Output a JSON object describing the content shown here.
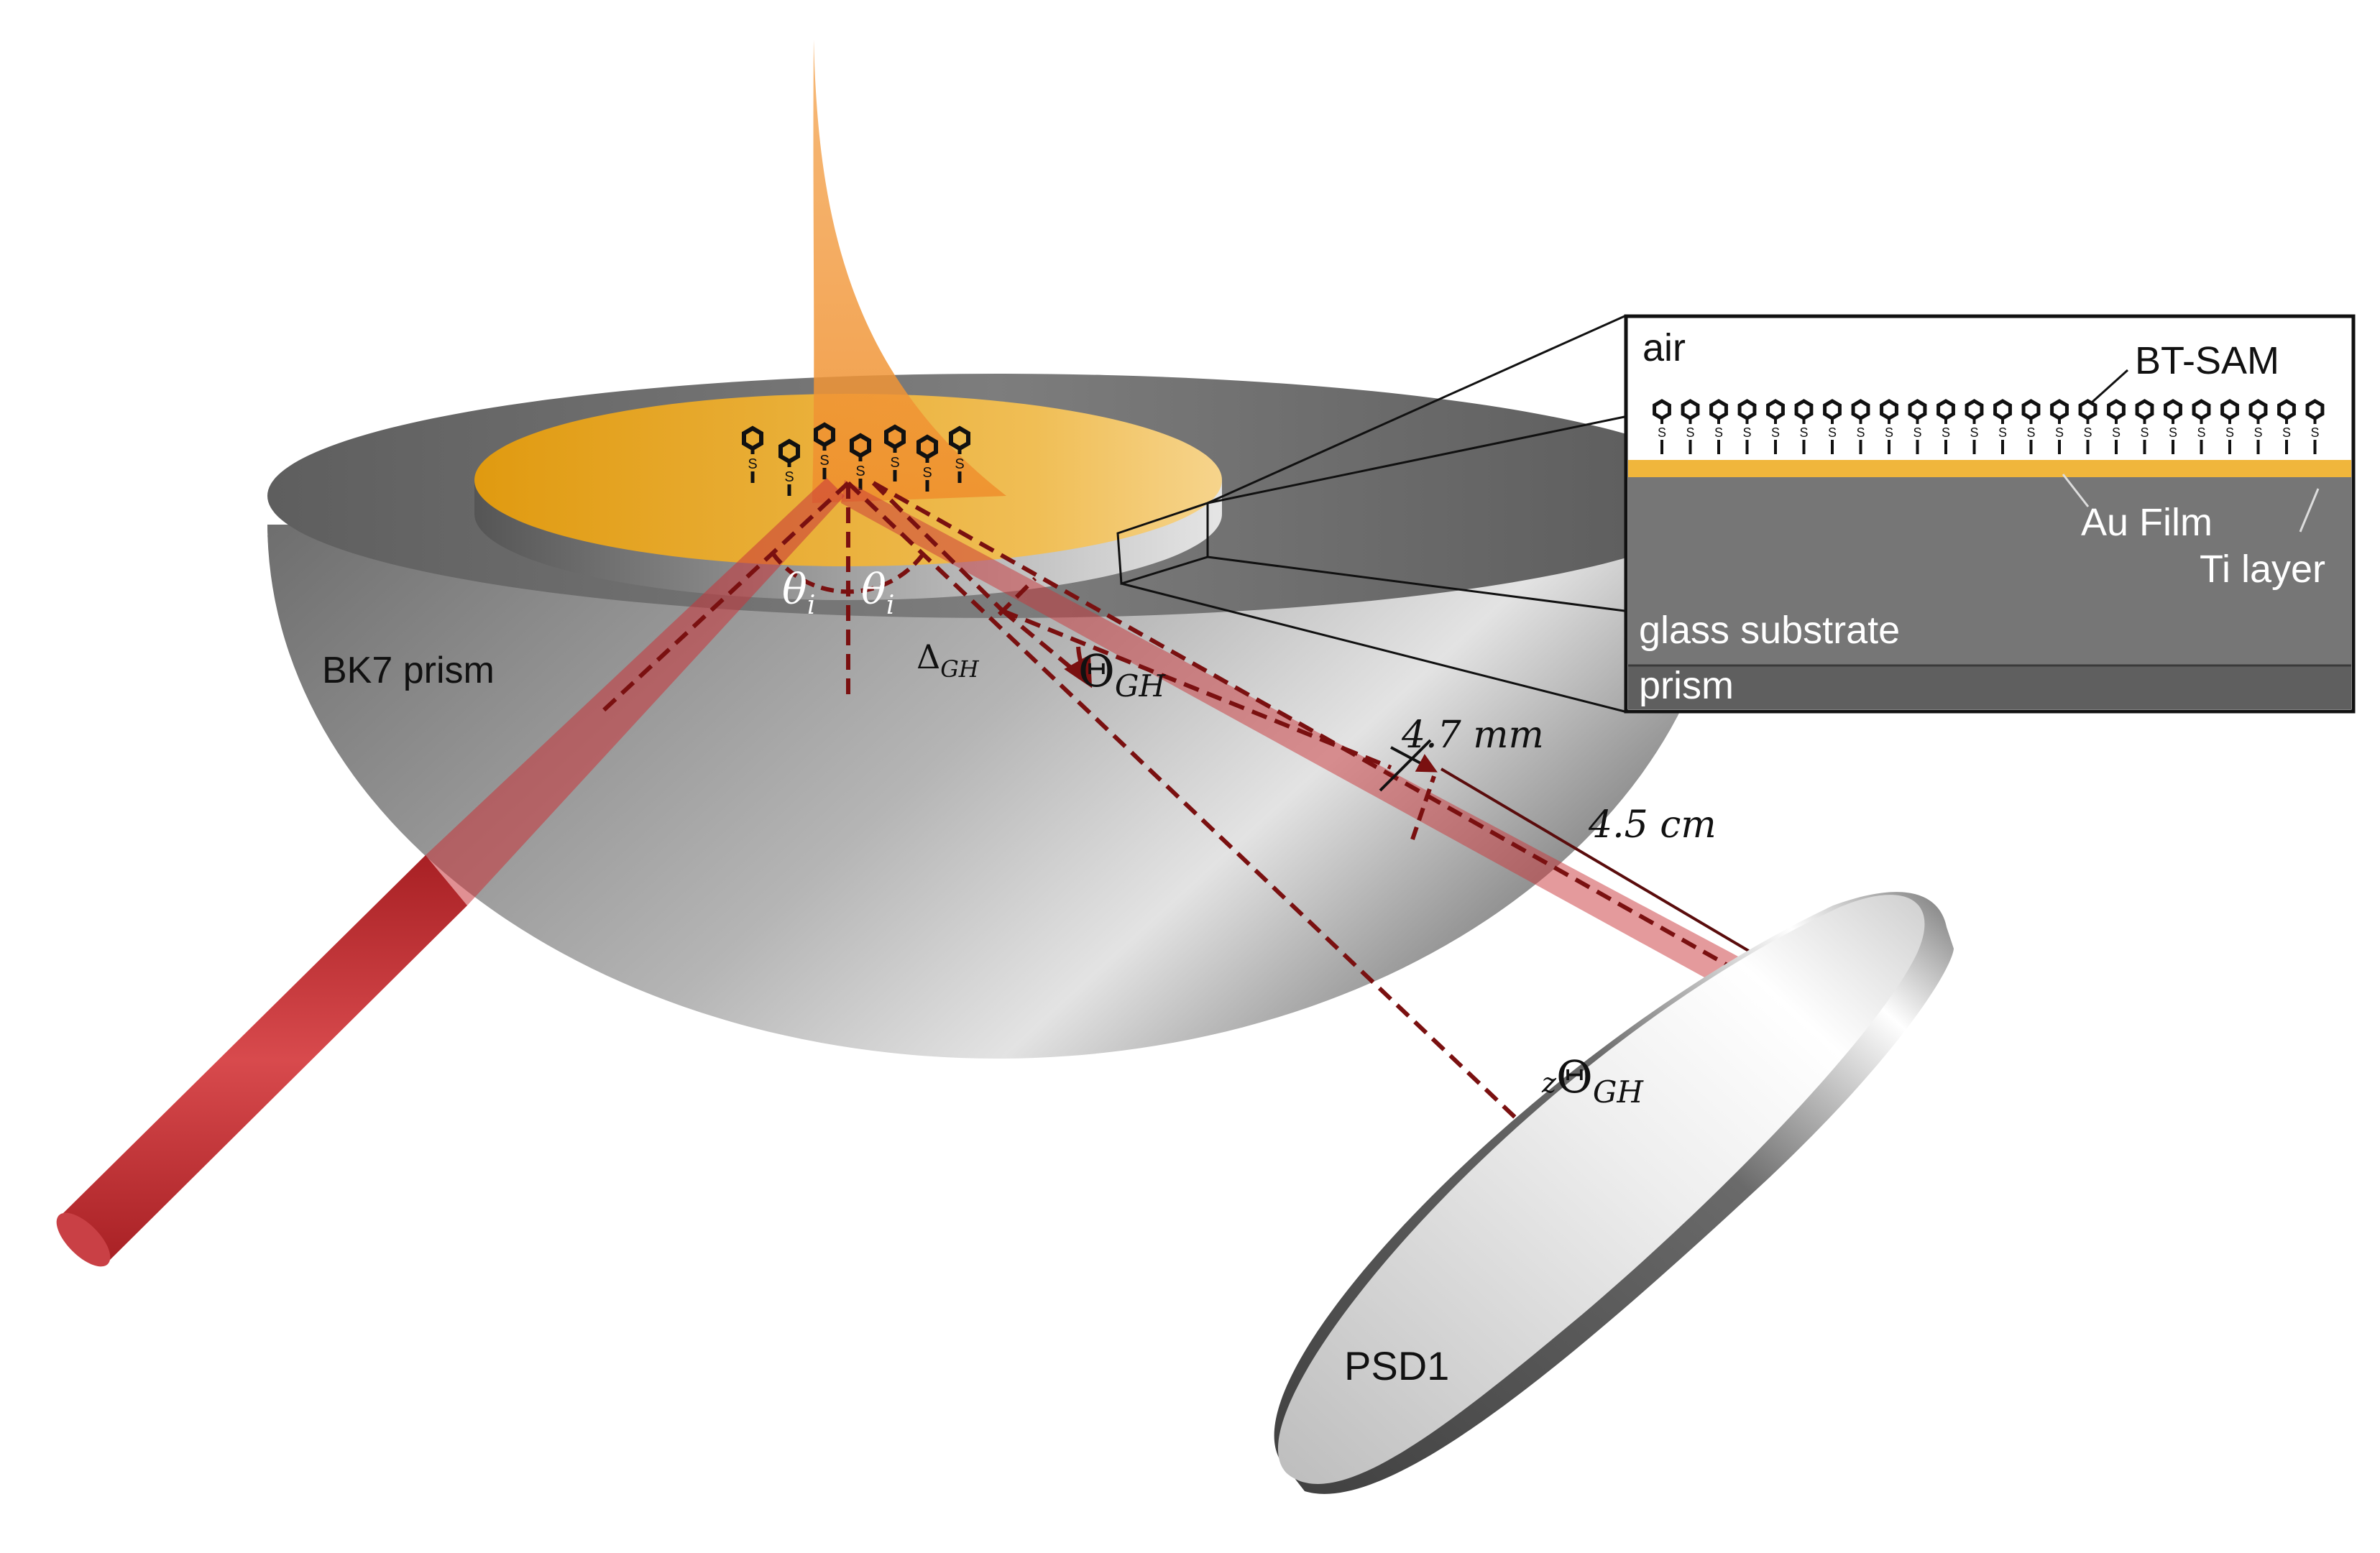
{
  "labels": {
    "prism": "BK7 prism",
    "detector": "PSD1",
    "theta_left": "θ",
    "theta_right": "θ",
    "theta_sub": "i",
    "delta_gh": "Δ",
    "delta_gh_sub": "GH",
    "theta_gh": "Θ",
    "theta_gh_sub": "GH",
    "dist_small": "4.7 mm",
    "dist_large": "4.5 cm",
    "z_theta_pre": "z",
    "z_theta": "Θ",
    "z_theta_sub": "GH"
  },
  "inset": {
    "air": "air",
    "sam": "BT-SAM",
    "au": "Au Film",
    "ti": "Ti layer",
    "glass": "glass substrate",
    "prism": "prism",
    "molecule_atom": "S"
  },
  "colors": {
    "beam": "#c9353a",
    "dashed": "#7a1010",
    "gold": "#e6a817",
    "evanescent": "#f09a3e",
    "prism_gray": "#8f8f8f",
    "glass_gray": "#767676"
  }
}
